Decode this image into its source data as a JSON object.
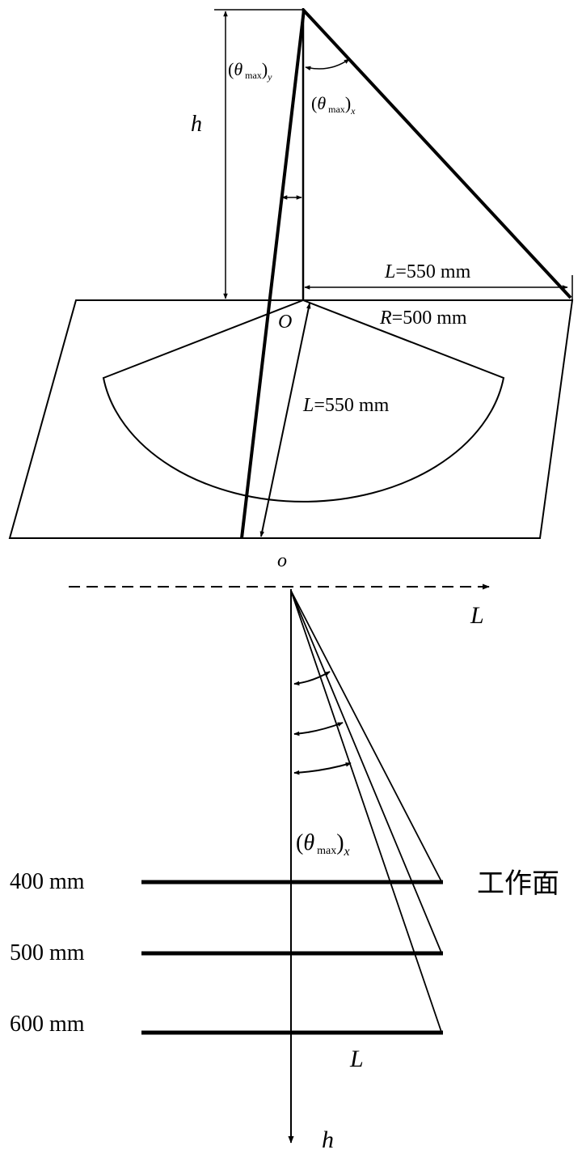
{
  "top": {
    "h_label": "h",
    "theta_y": {
      "open": "(",
      "theta": "θ",
      "sub": "max",
      "close": ")",
      "axis": "y"
    },
    "theta_x": {
      "open": "(",
      "theta": "θ",
      "sub": "max",
      "close": ")",
      "axis": "x"
    },
    "dim_L_top": {
      "var": "L",
      "rest": "=550 mm"
    },
    "origin_O": "O",
    "dim_R": {
      "var": "R",
      "rest": "=500 mm"
    },
    "dim_L_slant": {
      "var": "L",
      "rest": "=550 mm"
    }
  },
  "bottom": {
    "origin_o": "o",
    "axis_L": "L",
    "theta_x": {
      "open": "(",
      "theta": "θ",
      "sub": "max",
      "close": ")",
      "axis": "x"
    },
    "planes": [
      {
        "label": "400 mm"
      },
      {
        "label": "500 mm"
      },
      {
        "label": "600 mm"
      }
    ],
    "work_plane_label": "工作面",
    "bottom_L": "L",
    "axis_h": "h"
  },
  "colors": {
    "line": "#000000",
    "background": "#ffffff"
  }
}
